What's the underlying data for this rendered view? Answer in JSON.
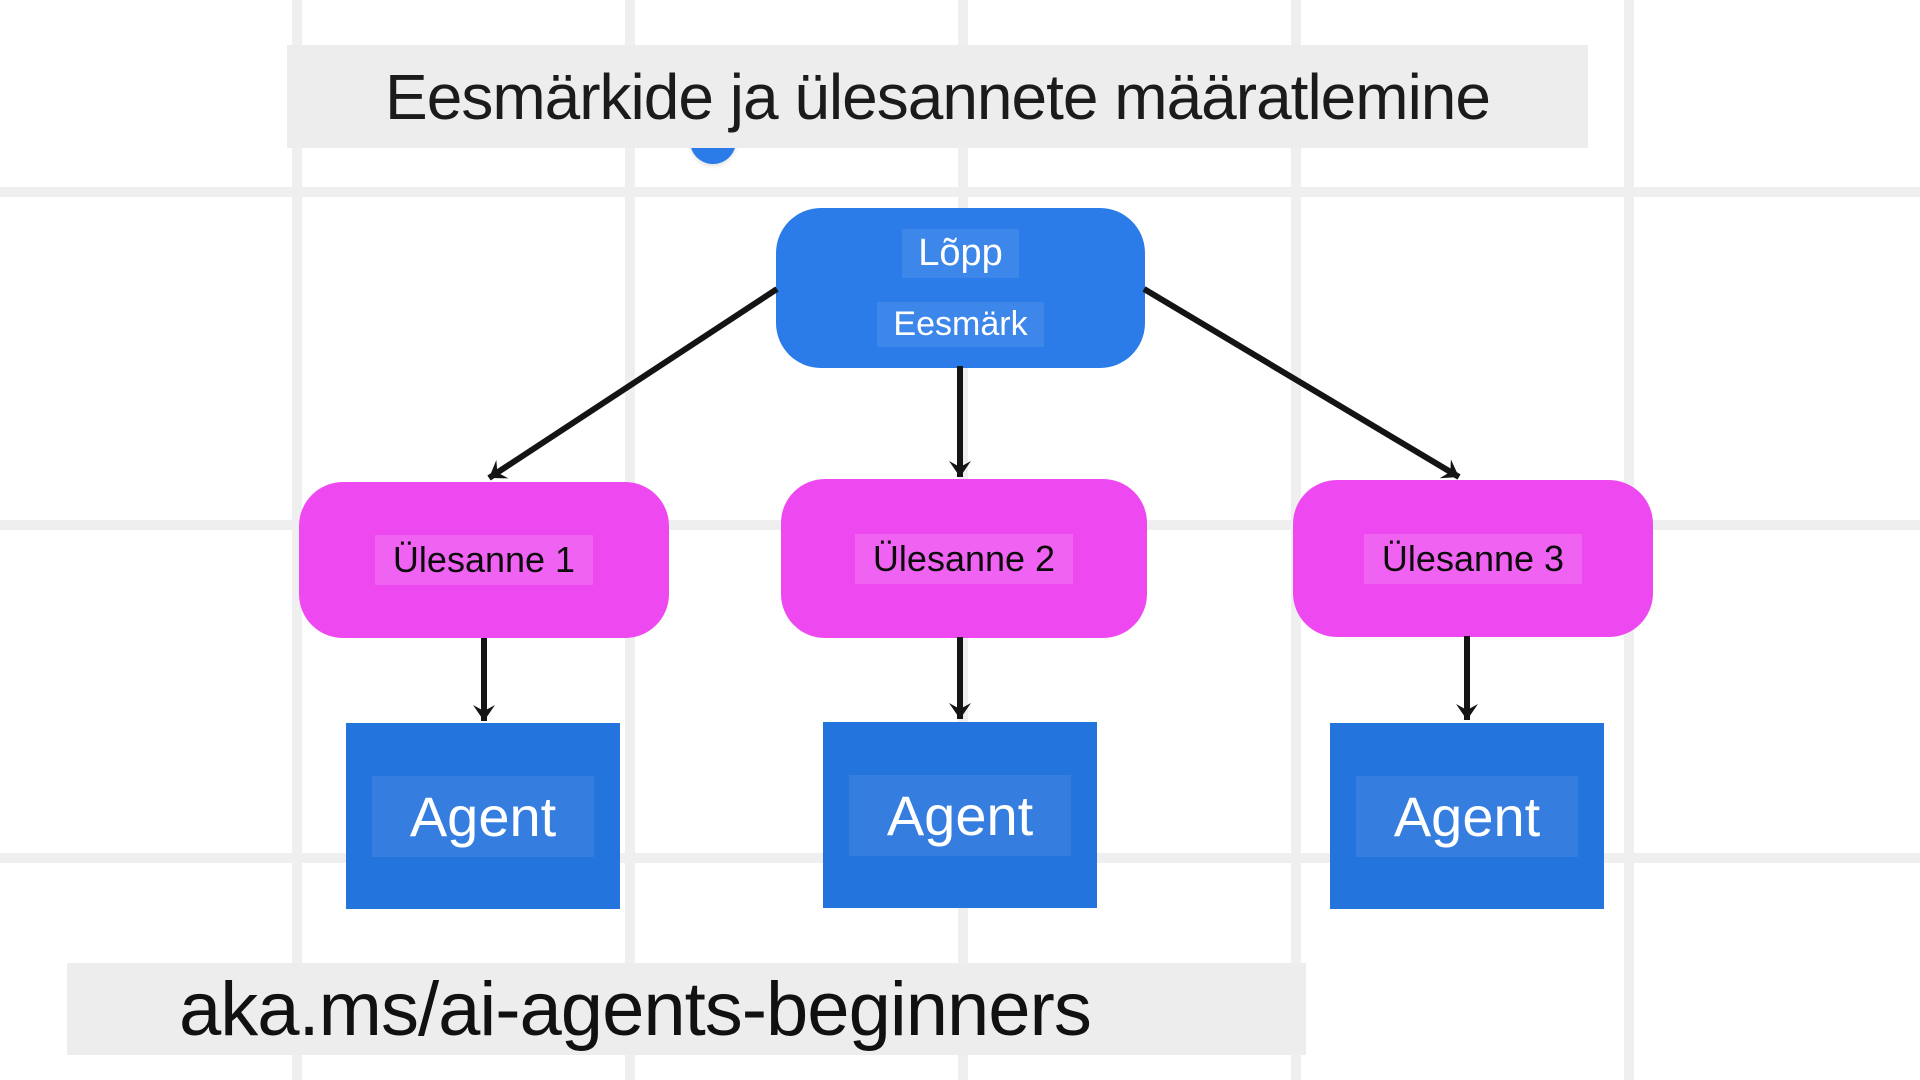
{
  "title": {
    "text": "Eesmärkide ja ülesannete määratlemine"
  },
  "diagram": {
    "goal_node": {
      "line1": "Lõpp",
      "line2": "Eesmärk"
    },
    "task_nodes": [
      {
        "label": "Ülesanne 1"
      },
      {
        "label": "Ülesanne 2"
      },
      {
        "label": "Ülesanne 3"
      }
    ],
    "agent_nodes": [
      {
        "label": "Agent"
      },
      {
        "label": "Agent"
      },
      {
        "label": "Agent"
      }
    ]
  },
  "footer": {
    "link_text": "aka.ms/ai-agents-beginners"
  },
  "colors": {
    "goal_blue": "#2b7ce8",
    "agent_blue": "#2474de",
    "task_pink": "#ee49f0",
    "panel_gray": "#ededed",
    "grid_line": "#efefef",
    "arrow_black": "#141414",
    "text_dark": "#1b1b1b",
    "text_light": "#ffffff"
  }
}
